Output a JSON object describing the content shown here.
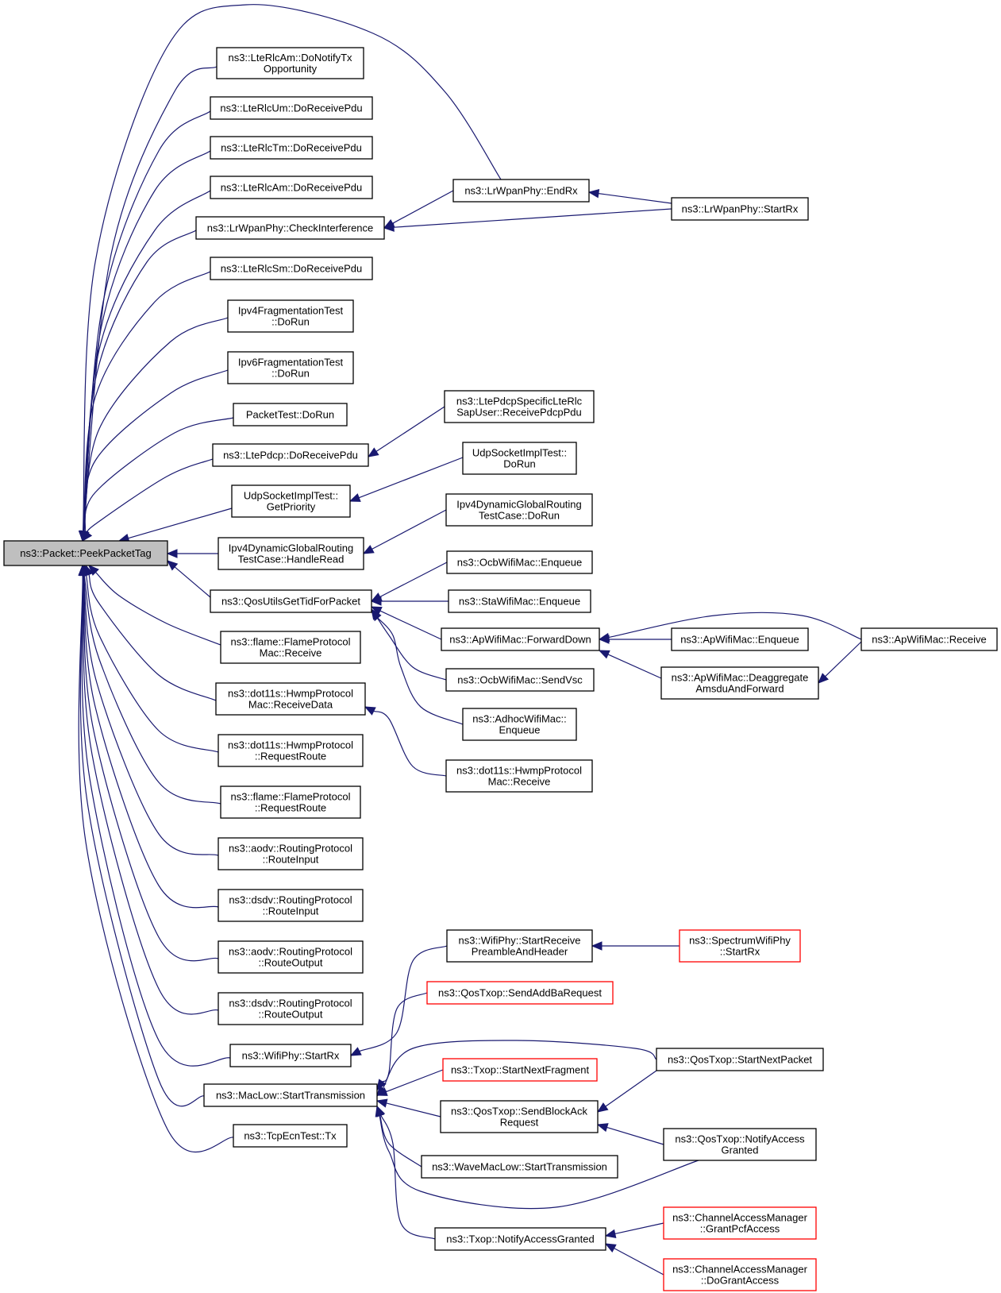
{
  "root": "n0",
  "nodes": {
    "n0": {
      "lines": [
        "ns3::Packet::PeekPacketTag"
      ],
      "style": "root"
    },
    "n1": {
      "lines": [
        "ns3::LteRlcAm::DoNotifyTx",
        "Opportunity"
      ]
    },
    "n2": {
      "lines": [
        "ns3::LteRlcUm::DoReceivePdu"
      ]
    },
    "n3": {
      "lines": [
        "ns3::LteRlcTm::DoReceivePdu"
      ]
    },
    "n4": {
      "lines": [
        "ns3::LteRlcAm::DoReceivePdu"
      ]
    },
    "n5": {
      "lines": [
        "ns3::LrWpanPhy::CheckInterference"
      ]
    },
    "n6": {
      "lines": [
        "ns3::LteRlcSm::DoReceivePdu"
      ]
    },
    "n7": {
      "lines": [
        "Ipv4FragmentationTest",
        "::DoRun"
      ]
    },
    "n8": {
      "lines": [
        "Ipv6FragmentationTest",
        "::DoRun"
      ]
    },
    "n9": {
      "lines": [
        "PacketTest::DoRun"
      ]
    },
    "n10": {
      "lines": [
        "ns3::LtePdcp::DoReceivePdu"
      ]
    },
    "n11": {
      "lines": [
        "UdpSocketImplTest::",
        "GetPriority"
      ]
    },
    "n12": {
      "lines": [
        "Ipv4DynamicGlobalRouting",
        "TestCase::HandleRead"
      ]
    },
    "n13": {
      "lines": [
        "ns3::QosUtilsGetTidForPacket"
      ]
    },
    "n14": {
      "lines": [
        "ns3::flame::FlameProtocol",
        "Mac::Receive"
      ]
    },
    "n15": {
      "lines": [
        "ns3::dot11s::HwmpProtocol",
        "Mac::ReceiveData"
      ]
    },
    "n16": {
      "lines": [
        "ns3::dot11s::HwmpProtocol",
        "::RequestRoute"
      ]
    },
    "n17": {
      "lines": [
        "ns3::flame::FlameProtocol",
        "::RequestRoute"
      ]
    },
    "n18": {
      "lines": [
        "ns3::aodv::RoutingProtocol",
        "::RouteInput"
      ]
    },
    "n19": {
      "lines": [
        "ns3::dsdv::RoutingProtocol",
        "::RouteInput"
      ]
    },
    "n20": {
      "lines": [
        "ns3::aodv::RoutingProtocol",
        "::RouteOutput"
      ]
    },
    "n21": {
      "lines": [
        "ns3::dsdv::RoutingProtocol",
        "::RouteOutput"
      ]
    },
    "n22": {
      "lines": [
        "ns3::WifiPhy::StartRx"
      ]
    },
    "n23": {
      "lines": [
        "ns3::MacLow::StartTransmission"
      ]
    },
    "n24": {
      "lines": [
        "ns3::TcpEcnTest::Tx"
      ]
    },
    "n25": {
      "lines": [
        "ns3::LrWpanPhy::EndRx"
      ]
    },
    "n26": {
      "lines": [
        "ns3::LrWpanPhy::StartRx"
      ]
    },
    "n27": {
      "lines": [
        "ns3::LtePdcpSpecificLteRlc",
        "SapUser::ReceivePdcpPdu"
      ]
    },
    "n28": {
      "lines": [
        "UdpSocketImplTest::",
        "DoRun"
      ]
    },
    "n29": {
      "lines": [
        "Ipv4DynamicGlobalRouting",
        "TestCase::DoRun"
      ]
    },
    "n30": {
      "lines": [
        "ns3::OcbWifiMac::Enqueue"
      ]
    },
    "n31": {
      "lines": [
        "ns3::StaWifiMac::Enqueue"
      ]
    },
    "n32": {
      "lines": [
        "ns3::ApWifiMac::ForwardDown"
      ]
    },
    "n33": {
      "lines": [
        "ns3::OcbWifiMac::SendVsc"
      ]
    },
    "n34": {
      "lines": [
        "ns3::AdhocWifiMac::",
        "Enqueue"
      ]
    },
    "n35": {
      "lines": [
        "ns3::dot11s::HwmpProtocol",
        "Mac::Receive"
      ]
    },
    "n36": {
      "lines": [
        "ns3::ApWifiMac::Enqueue"
      ]
    },
    "n37": {
      "lines": [
        "ns3::ApWifiMac::Deaggregate",
        "AmsduAndForward"
      ]
    },
    "n38": {
      "lines": [
        "ns3::ApWifiMac::Receive"
      ]
    },
    "n39": {
      "lines": [
        "ns3::WifiPhy::StartReceive",
        "PreambleAndHeader"
      ]
    },
    "n40": {
      "lines": [
        "ns3::SpectrumWifiPhy",
        "::StartRx"
      ],
      "style": "red"
    },
    "n41": {
      "lines": [
        "ns3::QosTxop::SendAddBaRequest"
      ],
      "style": "red"
    },
    "n42": {
      "lines": [
        "ns3::Txop::StartNextFragment"
      ],
      "style": "red"
    },
    "n43": {
      "lines": [
        "ns3::QosTxop::SendBlockAck",
        "Request"
      ]
    },
    "n44": {
      "lines": [
        "ns3::WaveMacLow::StartTransmission"
      ]
    },
    "n45": {
      "lines": [
        "ns3::Txop::NotifyAccessGranted"
      ]
    },
    "n46": {
      "lines": [
        "ns3::QosTxop::StartNextPacket"
      ]
    },
    "n47": {
      "lines": [
        "ns3::QosTxop::NotifyAccess",
        "Granted"
      ]
    },
    "n48": {
      "lines": [
        "ns3::ChannelAccessManager",
        "::GrantPcfAccess"
      ],
      "style": "red"
    },
    "n49": {
      "lines": [
        "ns3::ChannelAccessManager",
        "::DoGrantAccess"
      ],
      "style": "red"
    }
  },
  "edges": [
    [
      "n1",
      "n0"
    ],
    [
      "n2",
      "n0"
    ],
    [
      "n3",
      "n0"
    ],
    [
      "n4",
      "n0"
    ],
    [
      "n5",
      "n0"
    ],
    [
      "n6",
      "n0"
    ],
    [
      "n7",
      "n0"
    ],
    [
      "n8",
      "n0"
    ],
    [
      "n9",
      "n0"
    ],
    [
      "n10",
      "n0"
    ],
    [
      "n11",
      "n0"
    ],
    [
      "n12",
      "n0"
    ],
    [
      "n13",
      "n0"
    ],
    [
      "n14",
      "n0"
    ],
    [
      "n15",
      "n0"
    ],
    [
      "n16",
      "n0"
    ],
    [
      "n17",
      "n0"
    ],
    [
      "n18",
      "n0"
    ],
    [
      "n19",
      "n0"
    ],
    [
      "n20",
      "n0"
    ],
    [
      "n21",
      "n0"
    ],
    [
      "n22",
      "n0"
    ],
    [
      "n23",
      "n0"
    ],
    [
      "n24",
      "n0"
    ],
    [
      "n25",
      "n0"
    ],
    [
      "n25",
      "n5"
    ],
    [
      "n26",
      "n5"
    ],
    [
      "n26",
      "n25"
    ],
    [
      "n27",
      "n10"
    ],
    [
      "n28",
      "n11"
    ],
    [
      "n29",
      "n12"
    ],
    [
      "n30",
      "n13"
    ],
    [
      "n31",
      "n13"
    ],
    [
      "n32",
      "n13"
    ],
    [
      "n33",
      "n13"
    ],
    [
      "n34",
      "n13"
    ],
    [
      "n36",
      "n32"
    ],
    [
      "n37",
      "n32"
    ],
    [
      "n38",
      "n32"
    ],
    [
      "n38",
      "n37"
    ],
    [
      "n35",
      "n15"
    ],
    [
      "n39",
      "n22"
    ],
    [
      "n40",
      "n39"
    ],
    [
      "n41",
      "n23"
    ],
    [
      "n42",
      "n23"
    ],
    [
      "n43",
      "n23"
    ],
    [
      "n44",
      "n23"
    ],
    [
      "n45",
      "n23"
    ],
    [
      "n46",
      "n23"
    ],
    [
      "n47",
      "n23"
    ],
    [
      "n46",
      "n43"
    ],
    [
      "n47",
      "n43"
    ],
    [
      "n48",
      "n45"
    ],
    [
      "n49",
      "n45"
    ]
  ]
}
